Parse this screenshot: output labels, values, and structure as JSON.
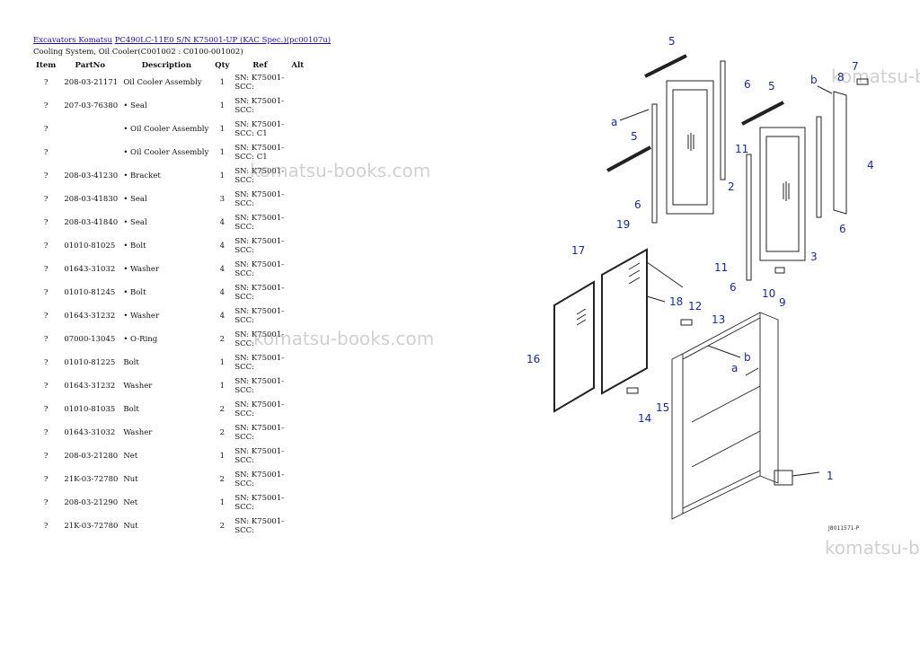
{
  "breadcrumb": {
    "link1": "Excavators Komatsu",
    "link2": "PC490LC-11E0 S/N K75001-UP (KAC Spec.)(pc00107u)"
  },
  "subtitle": "Cooling System, Oil Cooler(C001002 : C0100-001002)",
  "table": {
    "headers": [
      "Item",
      "PartNo",
      "Description",
      "Qty",
      "Ref",
      "Alt"
    ],
    "rows": [
      {
        "item": "?",
        "part": "208-03-21171",
        "desc": "Oil Cooler Assembly",
        "qty": "1",
        "ref": "SN: K75001-SCC:"
      },
      {
        "item": "?",
        "part": "207-03-76380",
        "desc": "• Seal",
        "qty": "1",
        "ref": "SN: K75001-SCC:"
      },
      {
        "item": "?",
        "part": "",
        "desc": "• Oil Cooler Assembly",
        "qty": "1",
        "ref": "SN: K75001-SCC: C1"
      },
      {
        "item": "?",
        "part": "",
        "desc": "• Oil Cooler Assembly",
        "qty": "1",
        "ref": "SN: K75001-SCC: C1"
      },
      {
        "item": "?",
        "part": "208-03-41230",
        "desc": "• Bracket",
        "qty": "1",
        "ref": "SN: K75001-SCC:"
      },
      {
        "item": "?",
        "part": "208-03-41830",
        "desc": "• Seal",
        "qty": "3",
        "ref": "SN: K75001-SCC:"
      },
      {
        "item": "?",
        "part": "208-03-41840",
        "desc": "• Seal",
        "qty": "4",
        "ref": "SN: K75001-SCC:"
      },
      {
        "item": "?",
        "part": "01010-81025",
        "desc": "• Bolt",
        "qty": "4",
        "ref": "SN: K75001-SCC:"
      },
      {
        "item": "?",
        "part": "01643-31032",
        "desc": "• Washer",
        "qty": "4",
        "ref": "SN: K75001-SCC:"
      },
      {
        "item": "?",
        "part": "01010-81245",
        "desc": "• Bolt",
        "qty": "4",
        "ref": "SN: K75001-SCC:"
      },
      {
        "item": "?",
        "part": "01643-31232",
        "desc": "• Washer",
        "qty": "4",
        "ref": "SN: K75001-SCC:"
      },
      {
        "item": "?",
        "part": "07000-13045",
        "desc": "• O-Ring",
        "qty": "2",
        "ref": "SN: K75001-SCC:"
      },
      {
        "item": "?",
        "part": "01010-81225",
        "desc": "Bolt",
        "qty": "1",
        "ref": "SN: K75001-SCC:"
      },
      {
        "item": "?",
        "part": "01643-31232",
        "desc": "Washer",
        "qty": "1",
        "ref": "SN: K75001-SCC:"
      },
      {
        "item": "?",
        "part": "01010-81035",
        "desc": "Bolt",
        "qty": "2",
        "ref": "SN: K75001-SCC:"
      },
      {
        "item": "?",
        "part": "01643-31032",
        "desc": "Washer",
        "qty": "2",
        "ref": "SN: K75001-SCC:"
      },
      {
        "item": "?",
        "part": "208-03-21280",
        "desc": "Net",
        "qty": "1",
        "ref": "SN: K75001-SCC:"
      },
      {
        "item": "?",
        "part": "21K-03-72780",
        "desc": "Nut",
        "qty": "2",
        "ref": "SN: K75001-SCC:"
      },
      {
        "item": "?",
        "part": "208-03-21290",
        "desc": "Net",
        "qty": "1",
        "ref": "SN: K75001-SCC:"
      },
      {
        "item": "?",
        "part": "21K-03-72780",
        "desc": "Nut",
        "qty": "2",
        "ref": "SN: K75001-SCC:"
      }
    ]
  },
  "watermark": "komatsu-books.com",
  "watermark_clipped": "komatsu-b",
  "diagram": {
    "code": "J8011571-P",
    "callouts": [
      "1",
      "2",
      "3",
      "4",
      "5",
      "5",
      "5",
      "6",
      "6",
      "6",
      "6",
      "7",
      "8",
      "9",
      "10",
      "11",
      "11",
      "12",
      "13",
      "14",
      "15",
      "16",
      "17",
      "18",
      "19",
      "a",
      "a",
      "b"
    ]
  }
}
